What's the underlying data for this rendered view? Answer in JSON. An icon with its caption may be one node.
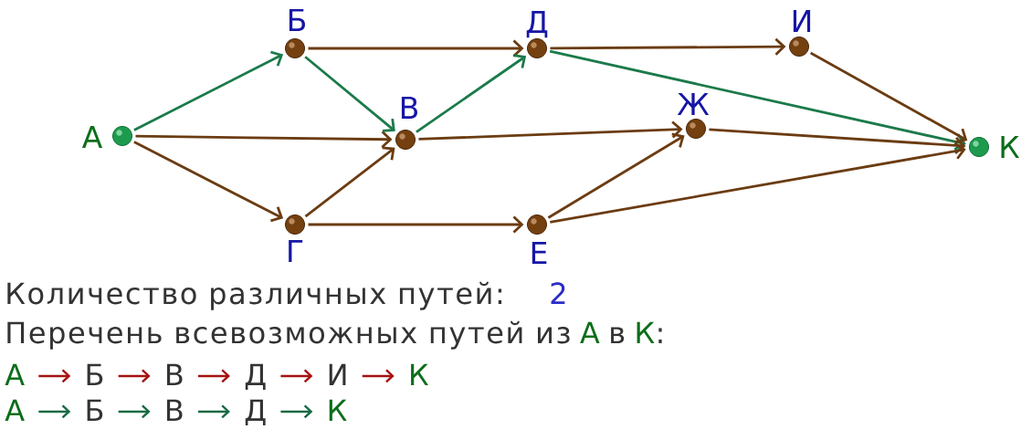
{
  "diagram": {
    "nodes": [
      {
        "text": [
          "А"
        ]
      },
      {
        "text": [
          "Б"
        ]
      },
      {
        "text": [
          "В"
        ]
      },
      {
        "text": [
          "Г"
        ]
      },
      {
        "text": [
          "Д"
        ]
      },
      {
        "text": [
          "Е"
        ]
      },
      {
        "text": [
          "Ж"
        ]
      },
      {
        "text": [
          "И"
        ]
      },
      {
        "text": [
          "К"
        ]
      }
    ],
    "edges": [
      {
        "from": 0,
        "to": 1,
        "arrow": "to",
        "color": "#1b7a4a"
      },
      {
        "from": 0,
        "to": 2,
        "arrow": "to"
      },
      {
        "from": 0,
        "to": 3,
        "arrow": "to"
      },
      {
        "from": 1,
        "to": 4,
        "arrow": "to"
      },
      {
        "from": 1,
        "to": 2,
        "arrow": "to",
        "color": "#1b7a4a"
      },
      {
        "from": 3,
        "to": 2,
        "arrow": "to"
      },
      {
        "from": 3,
        "to": 5,
        "arrow": "to"
      },
      {
        "from": 2,
        "to": 4,
        "arrow": "to",
        "color": "#1b7a4a"
      },
      {
        "from": 2,
        "to": 6,
        "arrow": "to"
      },
      {
        "from": 4,
        "to": 7,
        "arrow": "to"
      },
      {
        "from": 4,
        "to": 8,
        "arrow": "to",
        "color": "#1b7a4a"
      },
      {
        "from": 5,
        "to": 6,
        "arrow": "to"
      },
      {
        "from": 5,
        "to": 8,
        "arrow": "to"
      },
      {
        "from": 6,
        "to": 8,
        "arrow": "to"
      },
      {
        "from": 7,
        "to": 8,
        "arrow": "to"
      }
    ],
    "labels": [
      "Количество различных путей:",
      "2",
      "Перечень всевозможных путей из",
      "А",
      "в",
      "К",
      ":",
      "А",
      "Б",
      "В",
      "Д",
      "И",
      "К",
      "А",
      "Б",
      "В",
      "Д",
      "К"
    ]
  }
}
